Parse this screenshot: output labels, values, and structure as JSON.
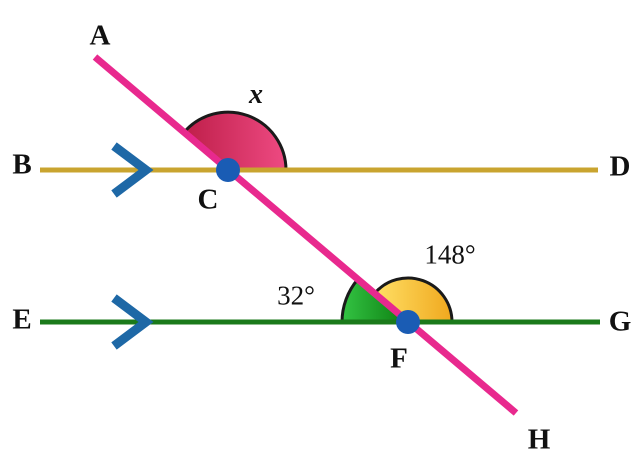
{
  "figure": {
    "type": "geometry-diagram",
    "description": "Two parallel horizontal lines BD and EG (marked parallel with arrowheads) cut by transversal AH, intersecting at C and F",
    "parallel_lines": [
      "BD",
      "EG"
    ],
    "transversal": "AH",
    "intersection_points": [
      "C",
      "F"
    ],
    "unknown_angle": {
      "vertex": "C",
      "label": "x",
      "arms": [
        "CA",
        "CD"
      ],
      "side": "above line BD"
    },
    "given_angles": [
      {
        "vertex": "F",
        "label": "32°",
        "arms": [
          "FE",
          "FC"
        ],
        "side": "above line EG"
      },
      {
        "vertex": "F",
        "label": "148°",
        "arms": [
          "FC",
          "FG"
        ],
        "side": "above line EG"
      }
    ]
  },
  "labels": {
    "A": "A",
    "B": "B",
    "C": "C",
    "D": "D",
    "E": "E",
    "F": "F",
    "G": "G",
    "H": "H"
  },
  "angle_labels": {
    "x": "x",
    "angle_148": "148°",
    "angle_32": "32°"
  },
  "colors": {
    "background": "#FFFFFF",
    "line_BD": "#C9A42F",
    "line_EG": "#1B7A1B",
    "transversal_AH": "#E8298E",
    "point_dot": "#1A5CB4",
    "parallel_arrow": "#1E68A6",
    "arc_outline": "#1A1A1A",
    "angle_x_fill_start": "#BE1E49",
    "angle_x_fill_end": "#EE4A82",
    "angle_32_fill_start": "#33C343",
    "angle_32_fill_end": "#0C7D10",
    "angle_148_fill_start": "#FFE066",
    "angle_148_fill_end": "#F0A81E",
    "label_text": "#111111"
  }
}
